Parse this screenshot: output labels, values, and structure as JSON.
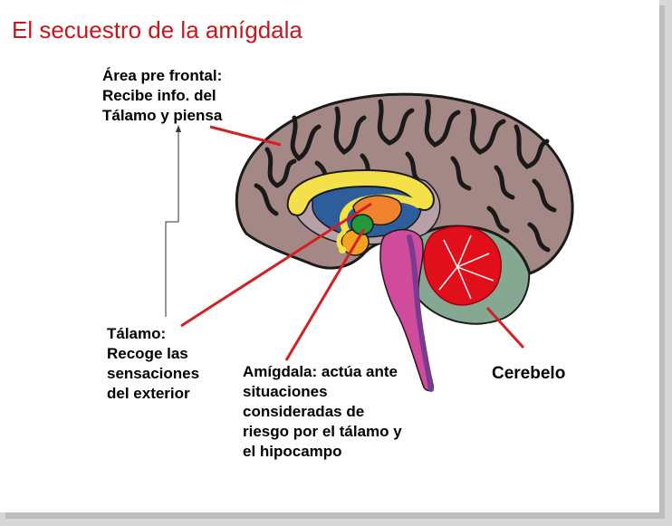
{
  "title": "El secuestro de la amígdala",
  "labels": {
    "prefrontal": "Área pre frontal:\nRecibe info. del\nTálamo y piensa",
    "talamo": "Tálamo:\nRecoge las\nsensaciones\ndel exterior",
    "amigdala": "Amígdala: actúa ante\nsituaciones\nconsideradas de\nriesgo por el tálamo y\nel hipocampo",
    "cerebelo": "Cerebelo"
  },
  "colors": {
    "title": "#c8161d",
    "cortex": "#a48886",
    "gyri_line": "#1a1a1a",
    "leader_lines": "#d42020",
    "corpus_callosum": "#f4e14a",
    "ventricle": "#2e5d9c",
    "thalamus": "#f0832d",
    "amygdala": "#1f9a3a",
    "hippocampus": "#f2a21e",
    "brainstem": "#d04b9c",
    "cerebellum": "#e00f1a",
    "cerebellum_area": "#86a893",
    "inner_region": "#b7a0a8"
  }
}
